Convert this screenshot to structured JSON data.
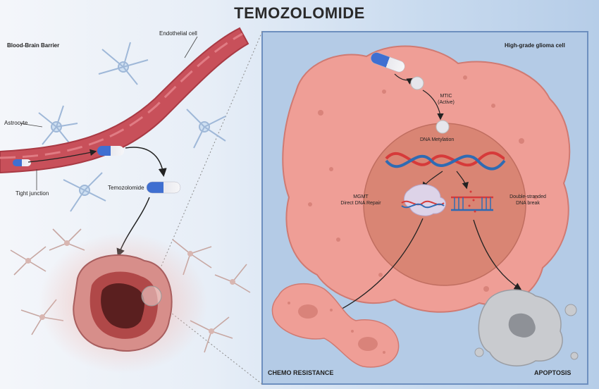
{
  "title": "TEMOZOLOMIDE",
  "left_panel": {
    "bbb_label": "Blood-Brain Barrier",
    "endothelial_label": "Endothelial cell",
    "astrocyte_label": "Astrocyte",
    "tight_junction_label": "Tight junction",
    "temozolomide_label": "Temozolomide"
  },
  "right_panel": {
    "cell_label": "High-grade glioma cell",
    "mtic_label": "MTIC",
    "mtic_sub": "(Active)",
    "dna_methylation_label": "DNA Metylation",
    "mgmt_label": "MGMT",
    "mgmt_sub": "Direct DNA Repair",
    "dsb_label": "Double-stranded",
    "dsb_sub": "DNA break",
    "chemo_label": "CHEMO RESISTANCE",
    "apoptosis_label": "APOPTOSIS"
  },
  "colors": {
    "vessel": "#c8505a",
    "glioma_cell": "#ef9e96",
    "nucleus": "#d98574",
    "dna_red": "#d63a3a",
    "dna_blue": "#2f6bb3",
    "panel_border": "#6d8fbf",
    "capsule_blue": "#3f6fd1"
  }
}
